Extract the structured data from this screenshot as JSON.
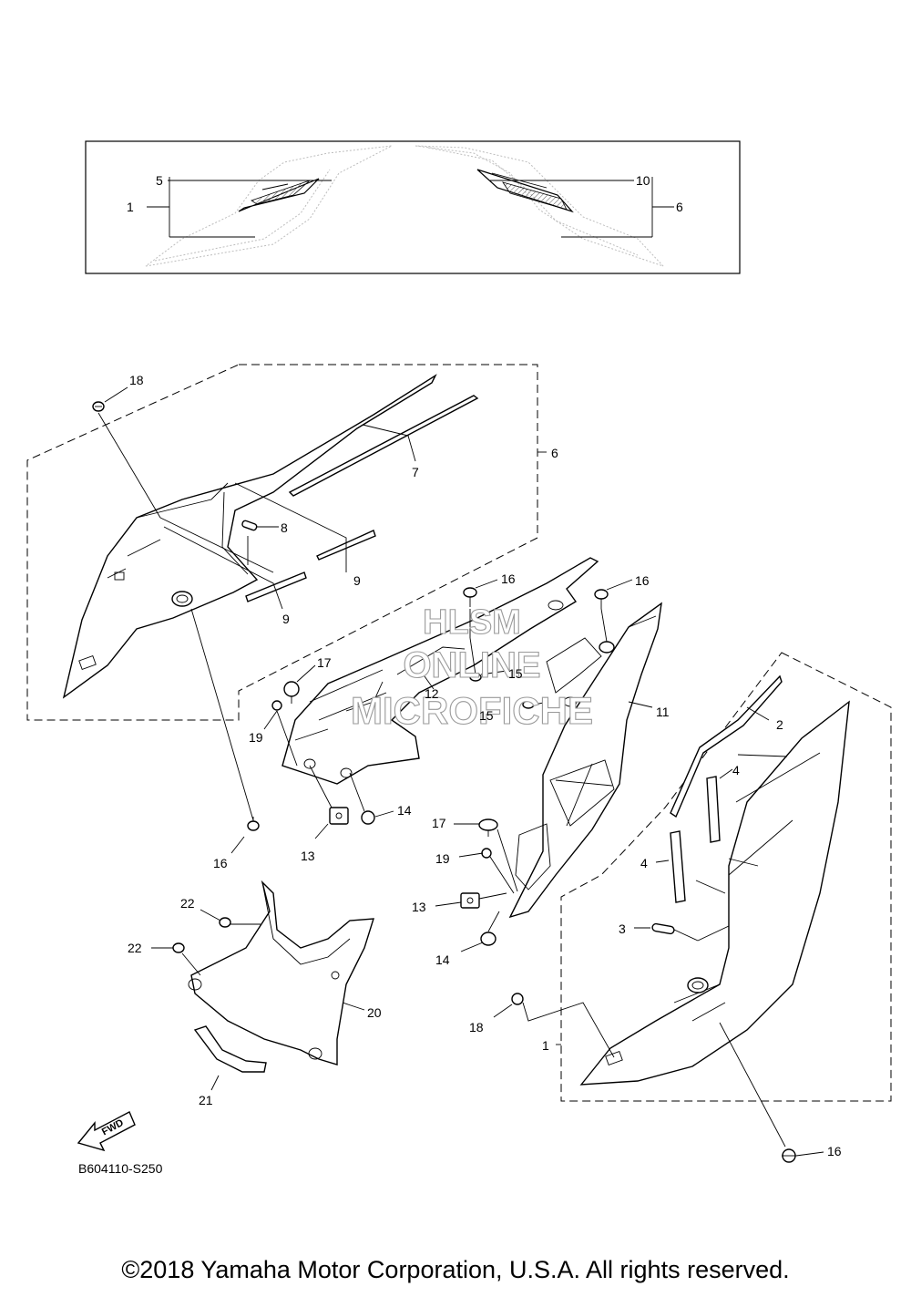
{
  "diagram": {
    "code": "B604110-S250",
    "direction_label": "FWD",
    "watermark": [
      "HLSM",
      "ONLINE",
      "MICROFICHE"
    ],
    "callouts": {
      "c1_top": "1",
      "c5": "5",
      "c10": "10",
      "c6_top": "6",
      "c18_a": "18",
      "c6_mid": "6",
      "c7": "7",
      "c8": "8",
      "c9_a": "9",
      "c9_b": "9",
      "c16_a": "16",
      "c16_b": "16",
      "c15_a": "15",
      "c15_b": "15",
      "c12": "12",
      "c11": "11",
      "c17_a": "17",
      "c19_a": "19",
      "c2": "2",
      "c4_a": "4",
      "c4_b": "4",
      "c14_a": "14",
      "c13_a": "13",
      "c16_c": "16",
      "c17_b": "17",
      "c19_b": "19",
      "c13_b": "13",
      "c14_b": "14",
      "c3": "3",
      "c22_a": "22",
      "c22_b": "22",
      "c20": "20",
      "c18_b": "18",
      "c1_bot": "1",
      "c21": "21",
      "c16_d": "16"
    }
  },
  "footer": {
    "copyright": "©2018 Yamaha Motor Corporation, U.S.A. All rights reserved."
  }
}
